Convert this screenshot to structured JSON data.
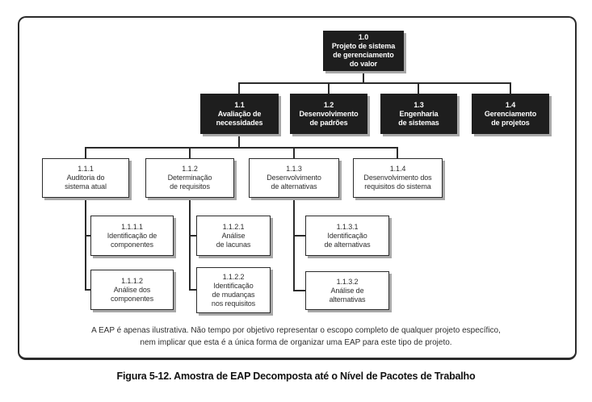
{
  "figure": {
    "note_line1": "A EAP é apenas ilustrativa. Não tempo por objetivo representar o escopo completo de qualquer projeto específico,",
    "note_line2": "nem implicar que esta é a única forma de organizar uma EAP para este tipo de projeto.",
    "caption": "Figura 5-12. Amostra de EAP Decomposta até o Nível de Pacotes de Trabalho"
  },
  "colors": {
    "ink": "#2b2b2b",
    "dark_fill": "#1e1e1e",
    "dark_text": "#ffffff",
    "light_fill": "#ffffff",
    "shadow": "#a8a8a8"
  },
  "nodes": {
    "n10": {
      "id": "1.0",
      "label": "Projeto de sistema\nde gerenciamento\ndo valor"
    },
    "n11": {
      "id": "1.1",
      "label": "Avaliação de\nnecessidades"
    },
    "n12": {
      "id": "1.2",
      "label": "Desenvolvimento\nde padrões"
    },
    "n13": {
      "id": "1.3",
      "label": "Engenharia\nde sistemas"
    },
    "n14": {
      "id": "1.4",
      "label": "Gerenciamento\nde projetos"
    },
    "n111": {
      "id": "1.1.1",
      "label": "Auditoria do\nsistema atual"
    },
    "n112": {
      "id": "1.1.2",
      "label": "Determinação\nde requisitos"
    },
    "n113": {
      "id": "1.1.3",
      "label": "Desenvolvimento\nde alternativas"
    },
    "n114": {
      "id": "1.1.4",
      "label": "Desenvolvimento dos\nrequisitos do sistema"
    },
    "n1111": {
      "id": "1.1.1.1",
      "label": "Identificação de\ncomponentes"
    },
    "n1112": {
      "id": "1.1.1.2",
      "label": "Análise dos\ncomponentes"
    },
    "n1121": {
      "id": "1.1.2.1",
      "label": "Análise\nde lacunas"
    },
    "n1122": {
      "id": "1.1.2.2",
      "label": "Identificação\nde mudanças\nnos requisitos"
    },
    "n1131": {
      "id": "1.1.3.1",
      "label": "Identificação\nde alternativas"
    },
    "n1132": {
      "id": "1.1.3.2",
      "label": "Análise de\nalternativas"
    }
  }
}
